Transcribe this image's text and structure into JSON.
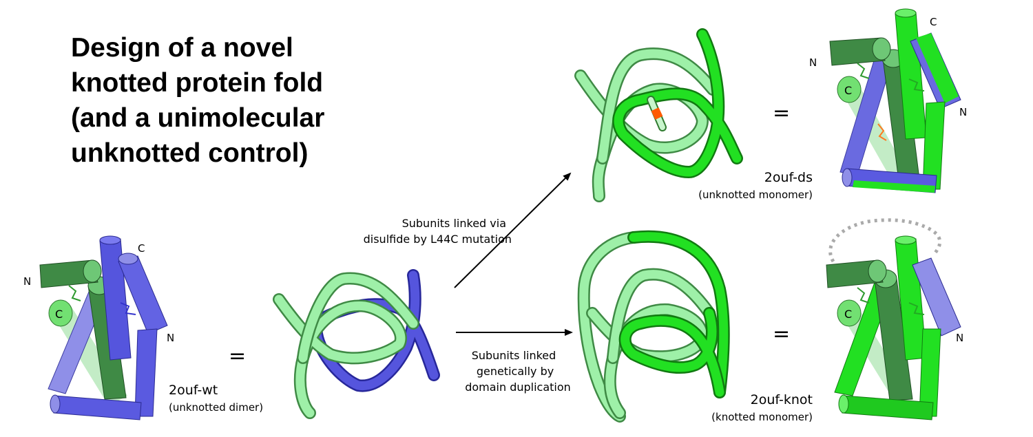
{
  "title": {
    "lines": [
      "Design of a novel",
      "knotted protein fold",
      "(and a unimolecular",
      "unknotted control)"
    ]
  },
  "equals": "=",
  "wt": {
    "name": "2ouf-wt",
    "subtitle": "(unknotted dimer)",
    "n_label": "N",
    "c_label": "C",
    "n_label_right": "N",
    "c_label_right": "C"
  },
  "ds": {
    "name": "2ouf-ds",
    "subtitle": "(unknotted monomer)",
    "n_label": "N",
    "c_label": "C",
    "n_label_right": "N",
    "c_label_top": "C"
  },
  "knot": {
    "name": "2ouf-knot",
    "subtitle": "(knotted monomer)",
    "n_label": "N",
    "c_label": "C"
  },
  "arrows": {
    "up_line1": "Subunits linked via",
    "up_line2": "disulfide by L44C mutation",
    "right_line1": "Subunits linked",
    "right_line2": "genetically by",
    "right_line3": "domain duplication"
  },
  "colors": {
    "light_green": "#9ef0a8",
    "bright_green": "#22e022",
    "dark_green": "#3f8a45",
    "blue": "#5555dd",
    "lavender": "#8f8fe8",
    "orange": "#ff5a00",
    "dashed_loop": "#aaaaaa"
  }
}
